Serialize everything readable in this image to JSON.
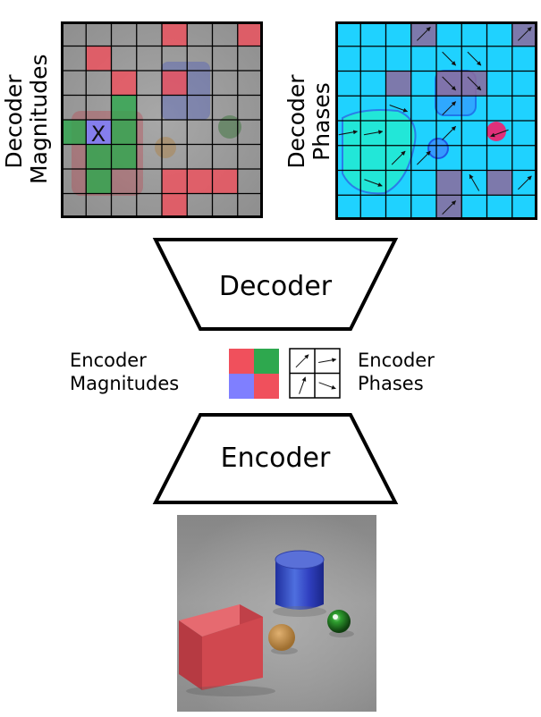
{
  "labels": {
    "decoder_magnitudes": [
      "Decoder",
      "Magnitudes"
    ],
    "decoder_phases": [
      "Decoder",
      "Phases"
    ],
    "decoder": "Decoder",
    "encoder": "Encoder",
    "encoder_magnitudes": [
      "Encoder",
      "Magnitudes"
    ],
    "encoder_phases": [
      "Encoder",
      "Phases"
    ],
    "marked_cell": "X"
  },
  "colors": {
    "red": "#f0505c",
    "green": "#2ea84e",
    "blue": "#7f7fff",
    "grid_gray": "#8e8e8e",
    "phase_cyan": "#1fd2ff",
    "phase_purple": "#8e6a9c"
  },
  "decoder_magnitudes": {
    "grid": [
      "....R..R",
      ".R......",
      "..R.R...",
      "..G.....",
      "GBG.....",
      ".GG.....",
      ".G..RRR.",
      "....R..."
    ]
  },
  "decoder_phases": {
    "grid": [
      "...P...P",
      "........",
      "..P.PP..",
      "........",
      "........",
      "........",
      "....P.P.",
      "....P..."
    ],
    "arrows": [
      [
        0,
        3,
        1
      ],
      [
        0,
        7,
        1
      ],
      [
        1,
        4,
        5
      ],
      [
        1,
        5,
        5
      ],
      [
        2,
        4,
        5
      ],
      [
        2,
        5,
        5
      ],
      [
        3,
        2,
        0
      ],
      [
        3,
        4,
        1
      ],
      [
        4,
        0,
        7
      ],
      [
        4,
        1,
        7
      ],
      [
        4,
        4,
        1
      ],
      [
        4,
        6,
        3
      ],
      [
        5,
        2,
        1
      ],
      [
        5,
        3,
        1
      ],
      [
        6,
        1,
        0
      ],
      [
        6,
        5,
        2
      ],
      [
        6,
        7,
        1
      ],
      [
        7,
        4,
        1
      ]
    ]
  },
  "encoder_magnitudes": {
    "grid": [
      "RG",
      "BR"
    ]
  },
  "encoder_phases": {
    "arrows": [
      [
        0,
        0,
        1
      ],
      [
        0,
        1,
        7
      ],
      [
        1,
        0,
        6
      ],
      [
        1,
        1,
        0
      ]
    ]
  }
}
